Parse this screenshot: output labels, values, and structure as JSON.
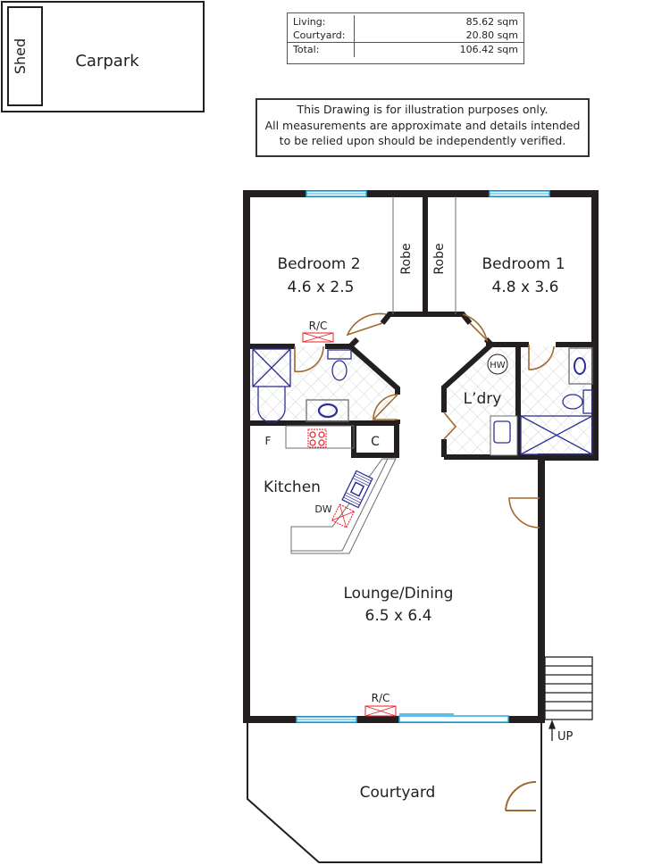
{
  "area_summary": {
    "rows": [
      {
        "label": "Living:",
        "value": "85.62 sqm"
      },
      {
        "label": "Courtyard:",
        "value": "20.80 sqm"
      }
    ],
    "total": {
      "label": "Total:",
      "value": "106.42 sqm"
    }
  },
  "disclaimer": {
    "lines": [
      "This Drawing is for illustration purposes only.",
      "All measurements are approximate and details intended",
      "to be relied upon should be independently verified."
    ]
  },
  "outbuildings": {
    "carpark": "Carpark",
    "shed": "Shed"
  },
  "rooms": {
    "bedroom2": {
      "name": "Bedroom 2",
      "size": "4.6 x 2.5"
    },
    "bedroom1": {
      "name": "Bedroom 1",
      "size": "4.8 x 3.6"
    },
    "robe_left": "Robe",
    "robe_right": "Robe",
    "laundry": "L’dry",
    "kitchen": "Kitchen",
    "lounge": {
      "name": "Lounge/Dining",
      "size": "6.5 x 6.4"
    },
    "courtyard": "Courtyard"
  },
  "fixtures": {
    "rc_bedroom": "R/C",
    "rc_lounge": "R/C",
    "hot_water": "HW",
    "fridge": "F",
    "cupboard": "C",
    "dishwasher": "DW",
    "stairs_up": "UP"
  },
  "colors": {
    "wall": "#231f20",
    "window": "#29abe2",
    "door": "#a0692e",
    "plumbing": "#2e3192",
    "appliance": "#ed1c24",
    "tile": "#c8c8c8"
  }
}
